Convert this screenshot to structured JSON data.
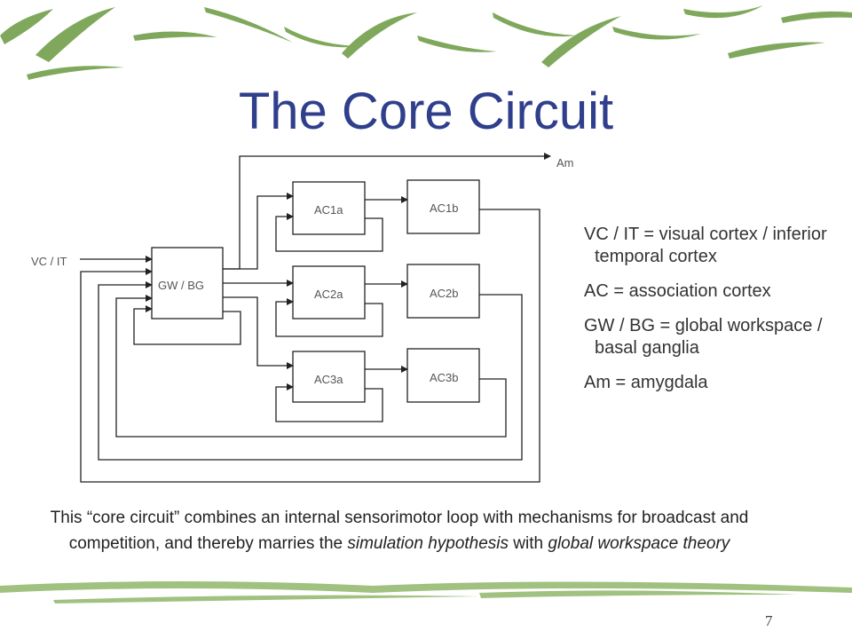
{
  "title": "The Core Circuit",
  "diagram": {
    "nodes": {
      "gw_bg": "GW / BG",
      "ac1a": "AC1a",
      "ac1b": "AC1b",
      "ac2a": "AC2a",
      "ac2b": "AC2b",
      "ac3a": "AC3a",
      "ac3b": "AC3b"
    },
    "input_label": "VC / IT",
    "output_label": "Am"
  },
  "legend": [
    "VC / IT = visual cortex / inferior temporal cortex",
    "AC = association cortex",
    "GW / BG = global workspace / basal ganglia",
    "Am = amygdala"
  ],
  "caption": {
    "part1": "This “core circuit” combines an internal sensorimotor loop with mechanisms for broadcast and competition, and thereby marries the ",
    "em1": "simulation hypothesis",
    "part2": " with ",
    "em2": "global workspace theory"
  },
  "page_number": "7",
  "colors": {
    "title": "#2f3f8c",
    "decoration_green": "#5f8f3a",
    "line": "#222222"
  }
}
